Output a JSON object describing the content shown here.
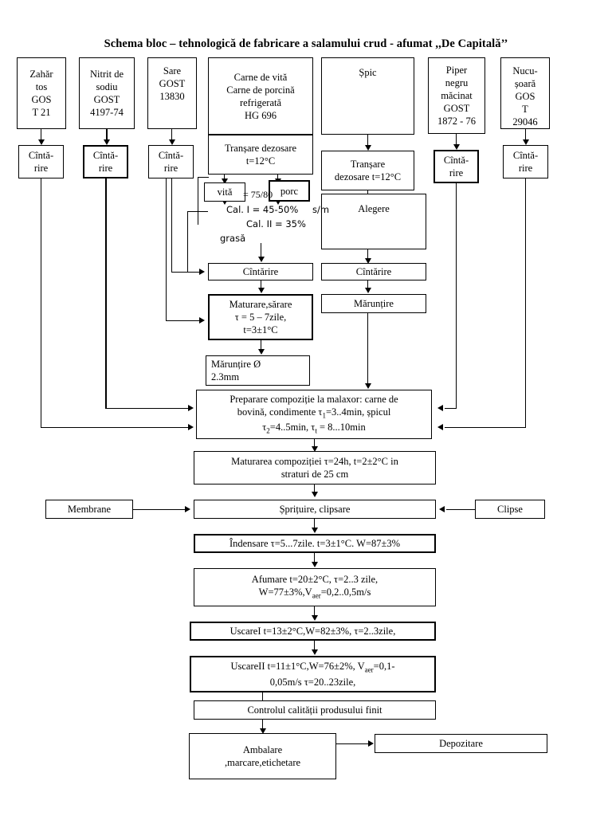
{
  "title": "Schema bloc – tehnologică de fabricare a salamului crud - afumat  ,,De Capitală’’",
  "ingredients": [
    {
      "id": "zahar",
      "label": "Zahăr tos GOS T 21",
      "lines": [
        "Zahăr",
        "tos",
        "GOS",
        "T 21"
      ]
    },
    {
      "id": "nitrit",
      "label": "Nitrit de sodiu GOST 4197-74",
      "lines": [
        "Nitrit de",
        "sodiu",
        "GOST",
        "4197-74"
      ]
    },
    {
      "id": "sare",
      "label": "Sare GOST 13830",
      "lines": [
        "Sare",
        "GOST",
        "13830"
      ]
    },
    {
      "id": "carne",
      "label": "Carne de vită / Carne de porcină refrigerată HG 696",
      "lines": [
        "Carne de vită",
        "Carne de porcină",
        "refrigerată",
        "HG 696"
      ]
    },
    {
      "id": "spic",
      "label": "Șpic",
      "lines": [
        "Șpic"
      ]
    },
    {
      "id": "piper",
      "label": "Piper negru măcinat GOST 1872 - 76",
      "lines": [
        "Piper",
        "negru",
        "măcinat",
        "GOST",
        "1872 - 76"
      ]
    },
    {
      "id": "nucusoara",
      "label": "Nucușoară GOST 29046",
      "lines": [
        "Nucu-",
        "șoară",
        "GOS",
        "T",
        "29046"
      ]
    }
  ],
  "weigh_label": "Cîntă-\nrire",
  "weigh_line1": "Cîntă-",
  "weigh_line2": "rire",
  "steps": {
    "transare_carne_l1": "Tranșare dezosare",
    "transare_carne_l2": "t=12°C",
    "transare_spic_l1": "Tranșare",
    "transare_spic_l2": "dezosare t=12°C",
    "vita": "vită",
    "porc": "porc",
    "ratio": "= 75/80",
    "sm": "s/m",
    "cal1": "Cal. I = 45-50%",
    "cal2": "Cal. II = 35%",
    "grasa": "grasă",
    "alegere": "Alegere",
    "cintarire_carne": "Cîntărire",
    "cintarire_spic": "Cîntărire",
    "maturare_l1": "Maturare,sărare",
    "maturare_l2": "τ = 5 – 7zile,",
    "maturare_l3": "t=3±1°C",
    "maruntire_spic": "Mărunțire",
    "maruntire_l1": "Mărunțire Ø",
    "maruntire_l2": "2.3mm",
    "preparare_l1": "Preparare compoziție la malaxor: carne de",
    "preparare_l2": "bovină, condimente τ1=3..4min, șpicul",
    "preparare_l3": "τ2=4..5min,  τt = 8...10min",
    "maturarea_l1": "Maturarea compoziției τ=24h, t=2±2°C in",
    "maturarea_l2": "straturi de 25 cm",
    "membrane": "Membrane",
    "clipse": "Clipse",
    "sprituire": "Șprițuire, clipsare",
    "indensare": "Îndensare τ=5...7zile. t=3±1°C. W=87±3%",
    "afumare_l1": "Afumare t=20±2°C, τ=2..3 zile,",
    "afumare_l2": "W=77±3%,Vaer=0,2..0,5m/s",
    "uscare1": "UscareI t=13±2°C,W=82±3%, τ=2..3zile,",
    "uscare2_l1": "UscareII t=11±1°C,W=76±2%, Vaer=0,1-",
    "uscare2_l2": "0,05m/s τ=20..23zile,",
    "control": "Controlul calității produsului finit",
    "ambalare_l1": "Ambalare",
    "ambalare_l2": ",marcare,etichetare",
    "depozitare": "Depozitare"
  }
}
